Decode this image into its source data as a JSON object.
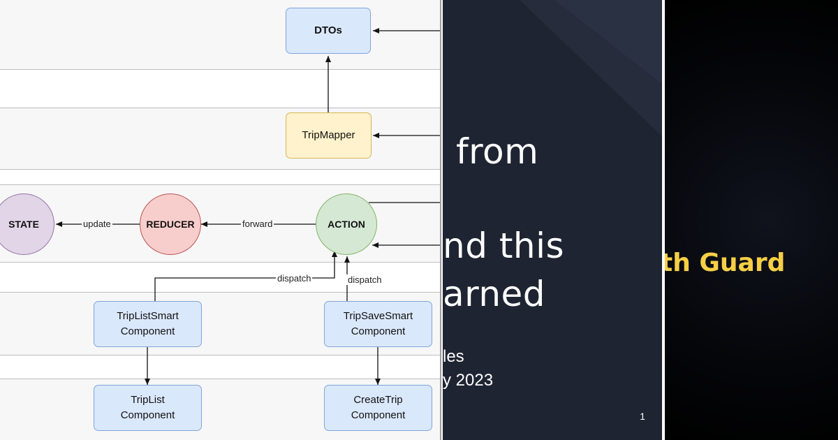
{
  "diagram": {
    "nodes": {
      "dtos": "DTOs",
      "trip_mapper": "TripMapper",
      "state": "STATE",
      "reducer": "REDUCER",
      "action": "ACTION",
      "trip_list_smart": [
        "TripListSmart",
        "Component"
      ],
      "trip_save_smart": [
        "TripSaveSmart",
        "Component"
      ],
      "trip_list": [
        "TripList",
        "Component"
      ],
      "create_trip": [
        "CreateTrip",
        "Component"
      ]
    },
    "edge_labels": {
      "update": "update",
      "forward": "forward",
      "dispatch_left": "dispatch",
      "dispatch_right": "dispatch"
    }
  },
  "slide": {
    "line1": "from",
    "line2": "nd this",
    "line3": "arned",
    "line4": "les",
    "line5": "y 2023",
    "page_number": "1"
  },
  "right_panel": {
    "title": "th Guard"
  },
  "colors": {
    "slide_bg": "#1f2433",
    "accent_yellow": "#f6cf45",
    "node_blue": "#dae8fc",
    "node_yellow": "#fff2cc",
    "node_purple": "#e1d5e7",
    "node_red": "#f8cecc",
    "node_green": "#d5e8d4"
  }
}
